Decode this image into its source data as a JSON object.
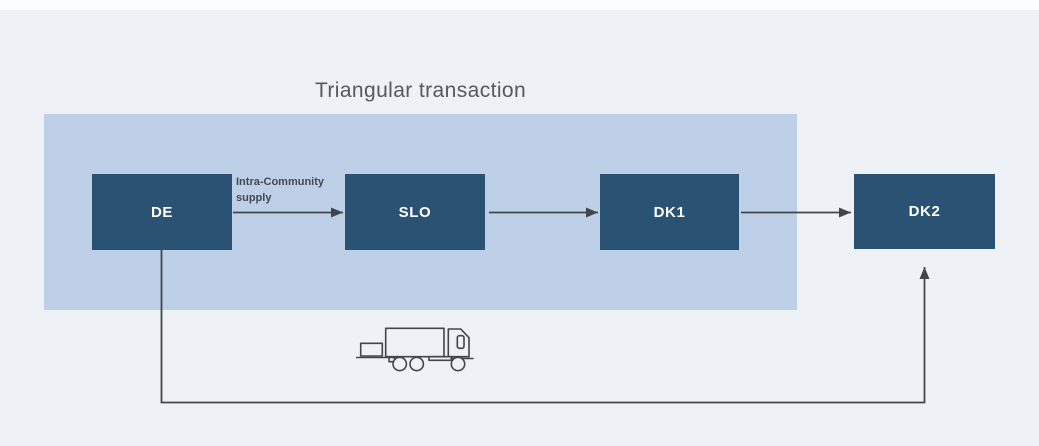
{
  "title": "Triangular transaction",
  "diagram": {
    "nodes": [
      {
        "id": "DE",
        "label": "DE"
      },
      {
        "id": "SLO",
        "label": "SLO"
      },
      {
        "id": "DK1",
        "label": "DK1"
      },
      {
        "id": "DK2",
        "label": "DK2"
      }
    ],
    "edges": [
      {
        "from": "DE",
        "to": "SLO",
        "label": "Intra-Community supply"
      },
      {
        "from": "SLO",
        "to": "DK1",
        "label": ""
      },
      {
        "from": "DK1",
        "to": "DK2",
        "label": ""
      },
      {
        "from": "DE",
        "to": "DK2",
        "label": "",
        "route": "bottom",
        "icon": "truck-icon"
      }
    ],
    "region_contains": [
      "DE",
      "SLO",
      "DK1"
    ]
  },
  "colors": {
    "bg": "#eef2f6",
    "topbar": "#fcfdfe",
    "region": "#bdd0e7",
    "node": "#2a5273",
    "node_text": "#ffffff",
    "line": "#42464a",
    "title_text": "#55595d",
    "label_text": "#45494e"
  }
}
